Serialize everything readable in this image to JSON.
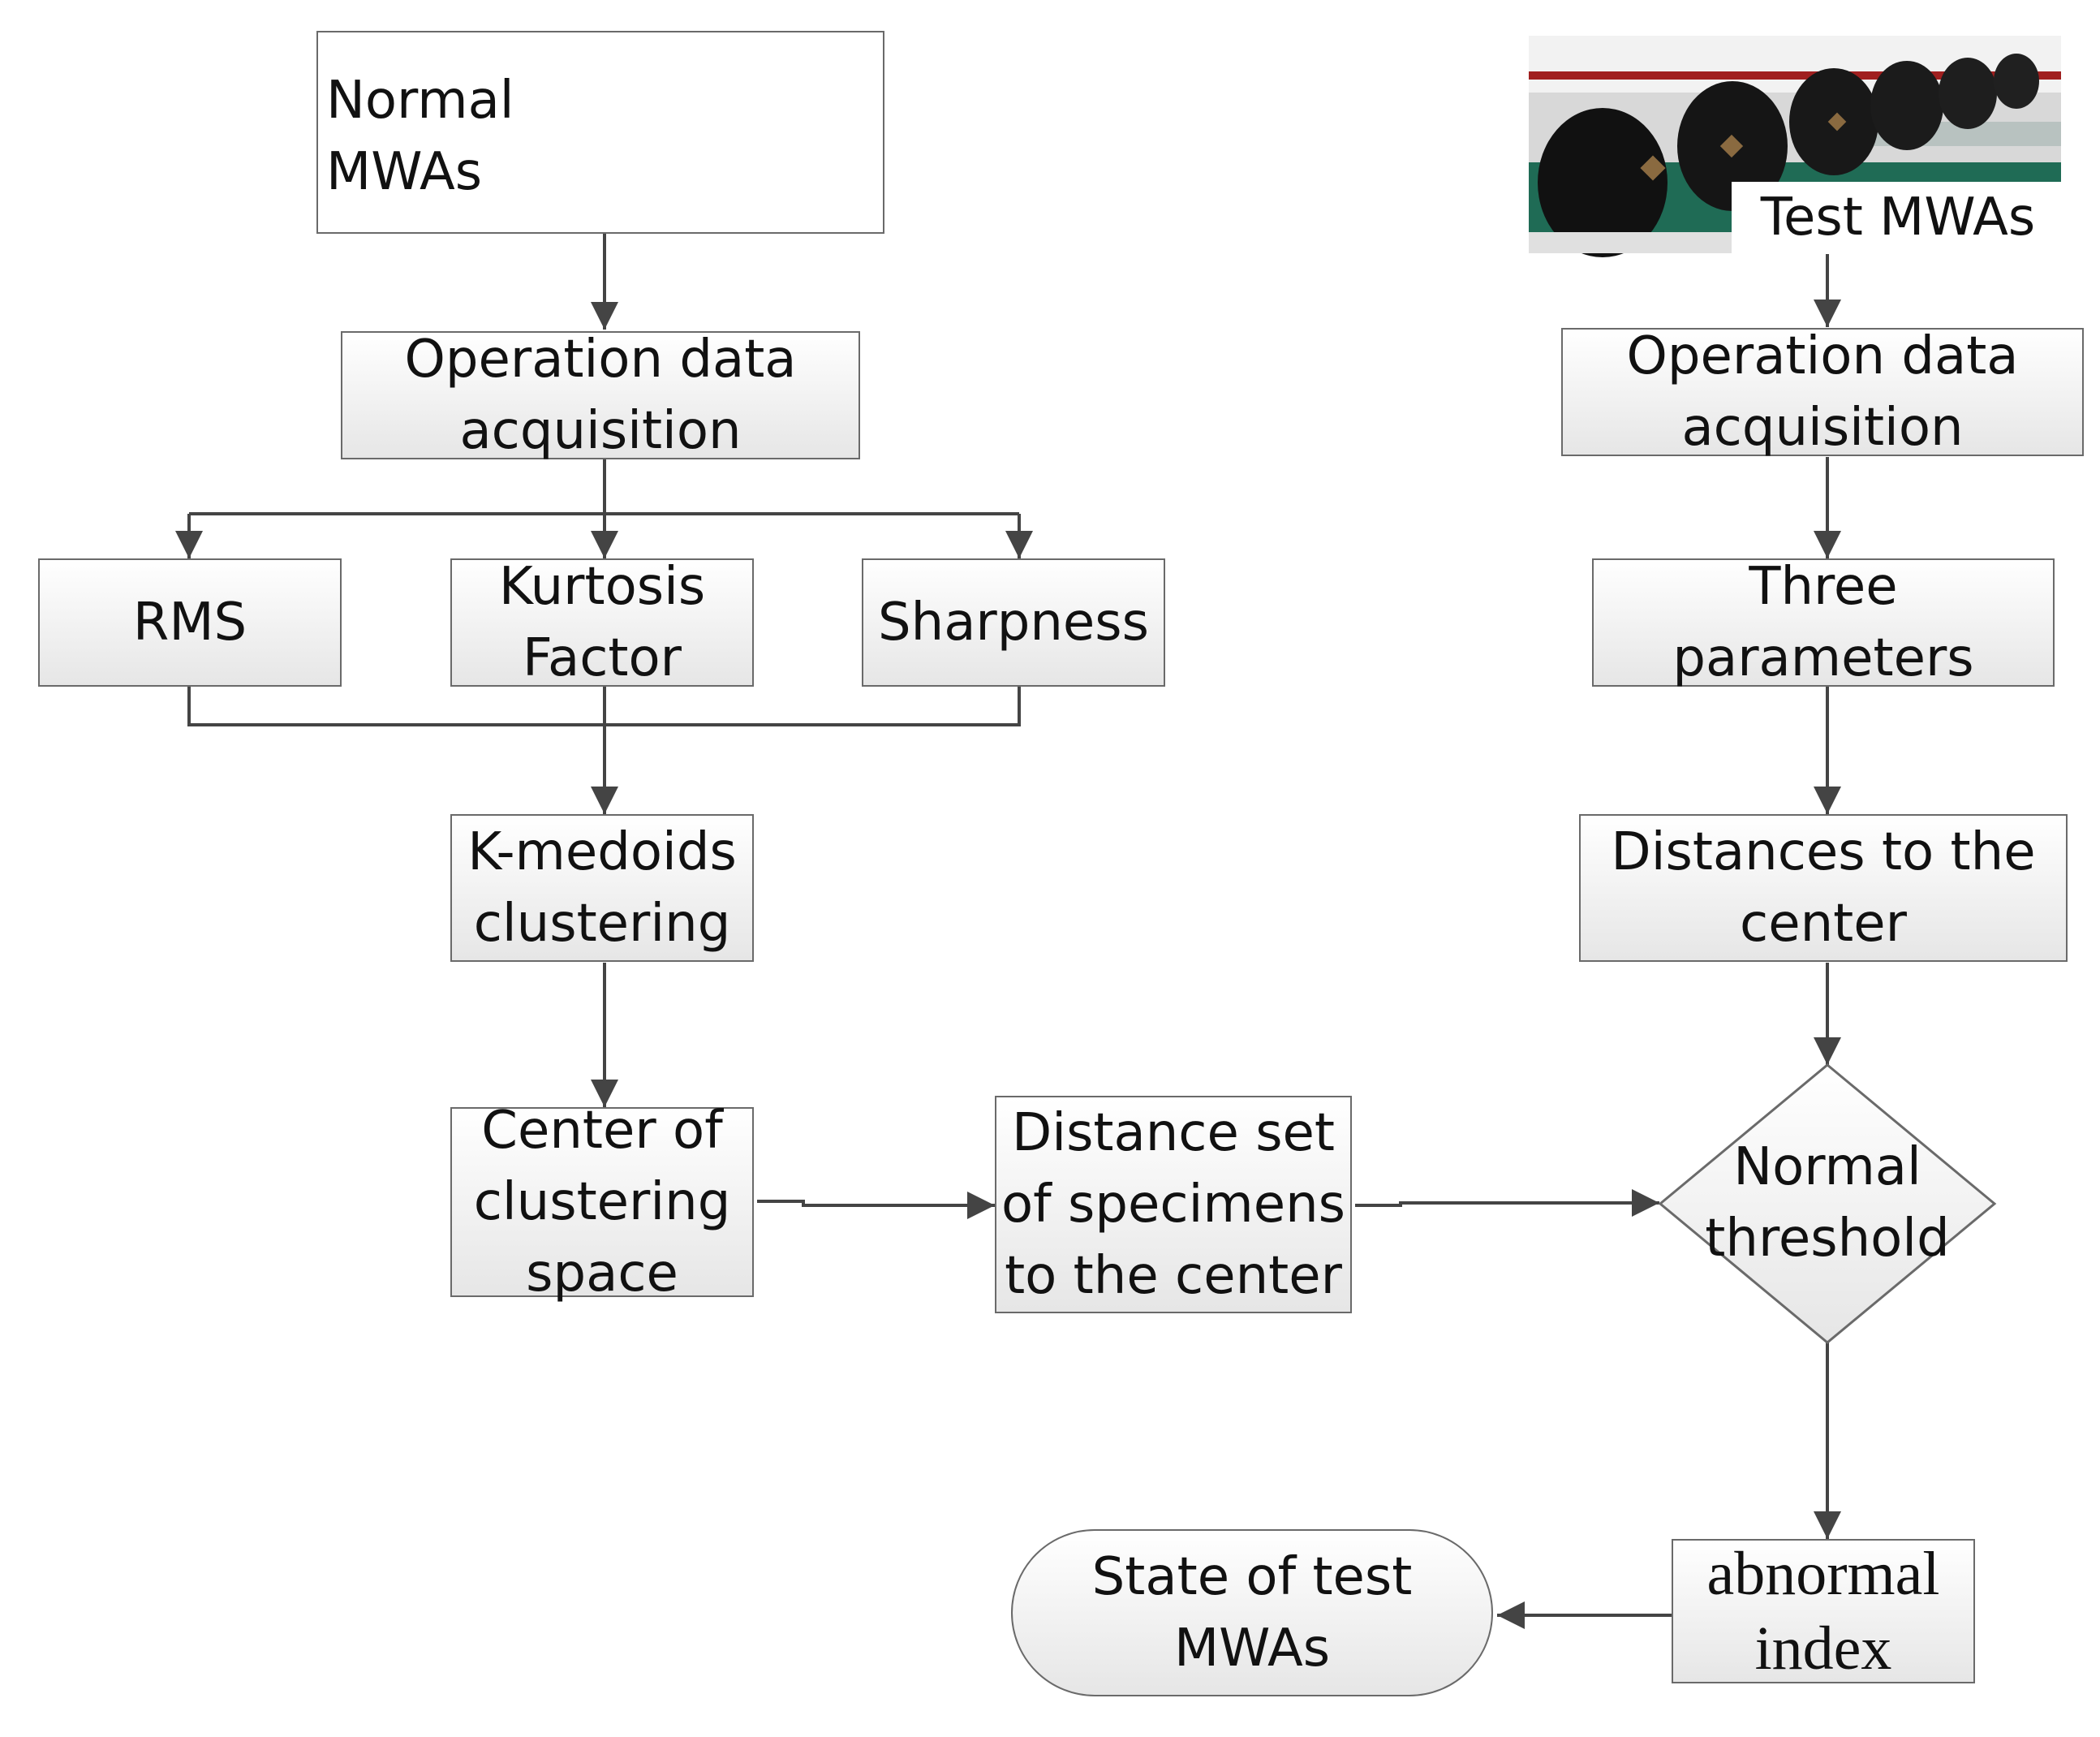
{
  "normal_mwas": {
    "label": "Normal\nMWAs"
  },
  "test_mwas": {
    "label": "Test MWAs"
  },
  "left": {
    "acquisition": "Operation data\nacquisition",
    "rms": "RMS",
    "kurtosis": "Kurtosis\nFactor",
    "sharpness": "Sharpness",
    "kmedoids": "K-medoids\nclustering",
    "center": "Center of\nclustering\nspace"
  },
  "middle": {
    "distance_set": "Distance set\nof specimens\nto the center"
  },
  "right": {
    "acquisition": "Operation data\nacquisition",
    "three_params": "Three parameters",
    "distances": "Distances to the\ncenter",
    "threshold": "Normal\nthreshold",
    "abnormal": "abnormal\nindex",
    "state": "State of test\nMWAs"
  },
  "colors": {
    "line": "#444444",
    "border": "#6a6a6a",
    "box_top": "#ffffff",
    "box_bottom": "#e6e6e6"
  }
}
